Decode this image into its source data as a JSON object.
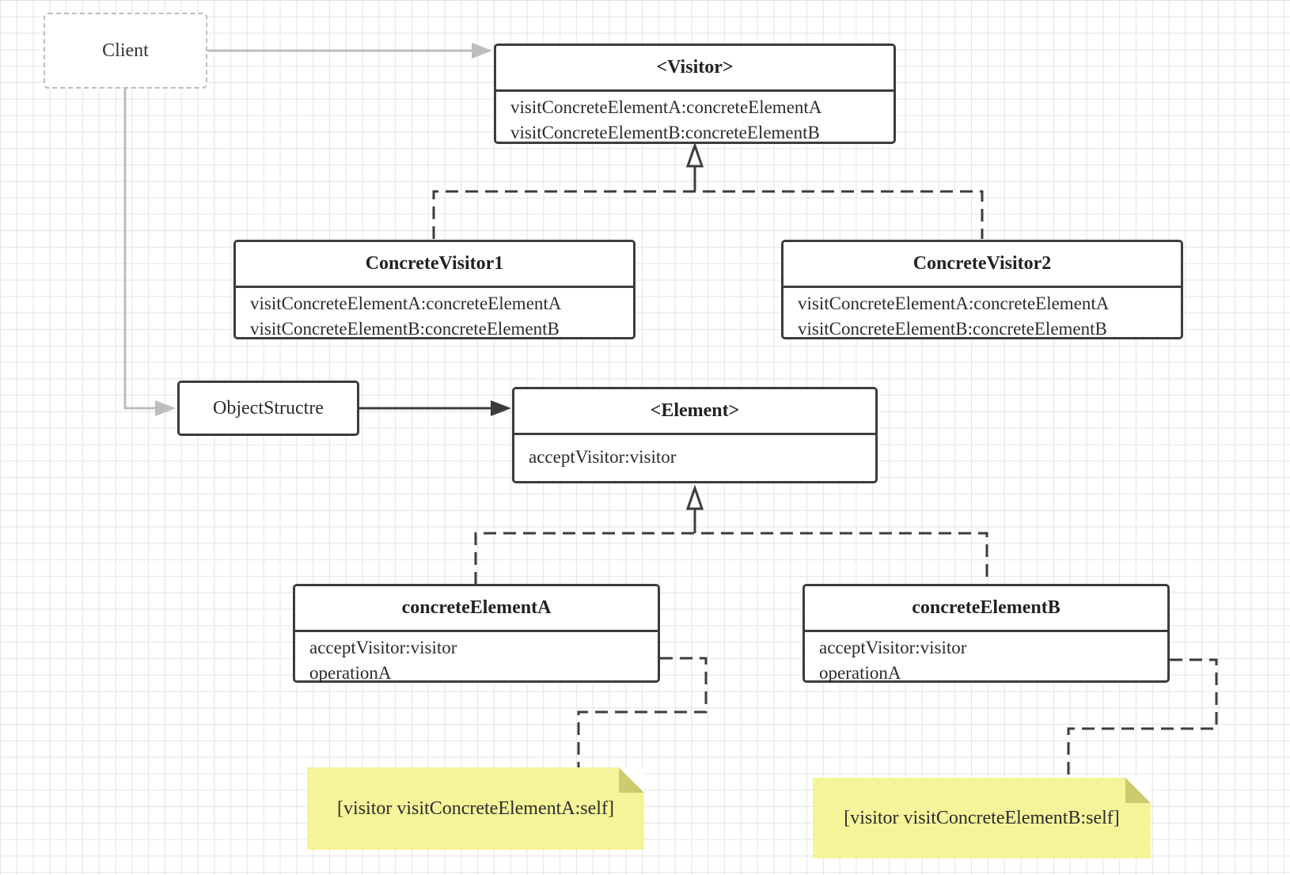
{
  "client": {
    "label": "Client"
  },
  "visitor": {
    "title": "<Visitor>",
    "methods": [
      "visitConcreteElementA:concreteElementA",
      "visitConcreteElementB:concreteElementB"
    ]
  },
  "concrete_visitor_1": {
    "title": "ConcreteVisitor1",
    "methods": [
      "visitConcreteElementA:concreteElementA",
      "visitConcreteElementB:concreteElementB"
    ]
  },
  "concrete_visitor_2": {
    "title": "ConcreteVisitor2",
    "methods": [
      "visitConcreteElementA:concreteElementA",
      "visitConcreteElementB:concreteElementB"
    ]
  },
  "object_structure": {
    "label": "ObjectStructre"
  },
  "element": {
    "title": "<Element>",
    "methods": [
      "acceptVisitor:visitor"
    ]
  },
  "concrete_element_a": {
    "title": "concreteElementA",
    "methods": [
      "acceptVisitor:visitor",
      "operationA"
    ]
  },
  "concrete_element_b": {
    "title": "concreteElementB",
    "methods": [
      "acceptVisitor:visitor",
      "operationA"
    ]
  },
  "note_a": {
    "text": "[visitor visitConcreteElementA:self]"
  },
  "note_b": {
    "text": "[visitor visitConcreteElementB:self]"
  },
  "colors": {
    "line": "#3c3c3c",
    "client_line": "#bdbdbd",
    "note_fill": "#f6f49a",
    "grid": "#e4e4e4"
  }
}
